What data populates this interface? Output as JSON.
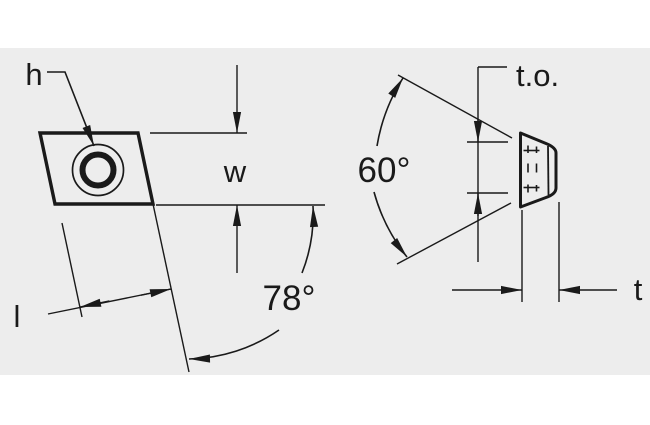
{
  "colors": {
    "page_background": "#ffffff",
    "drawing_background": "#ededed",
    "line_color": "#1a1a1a"
  },
  "front_view": {
    "hole_label": "h",
    "width_label": "w",
    "length_label": "l",
    "corner_angle_label": "78°"
  },
  "side_view": {
    "included_angle_label": "60°",
    "top_offset_label": "t.o.",
    "thickness_label": "t"
  }
}
